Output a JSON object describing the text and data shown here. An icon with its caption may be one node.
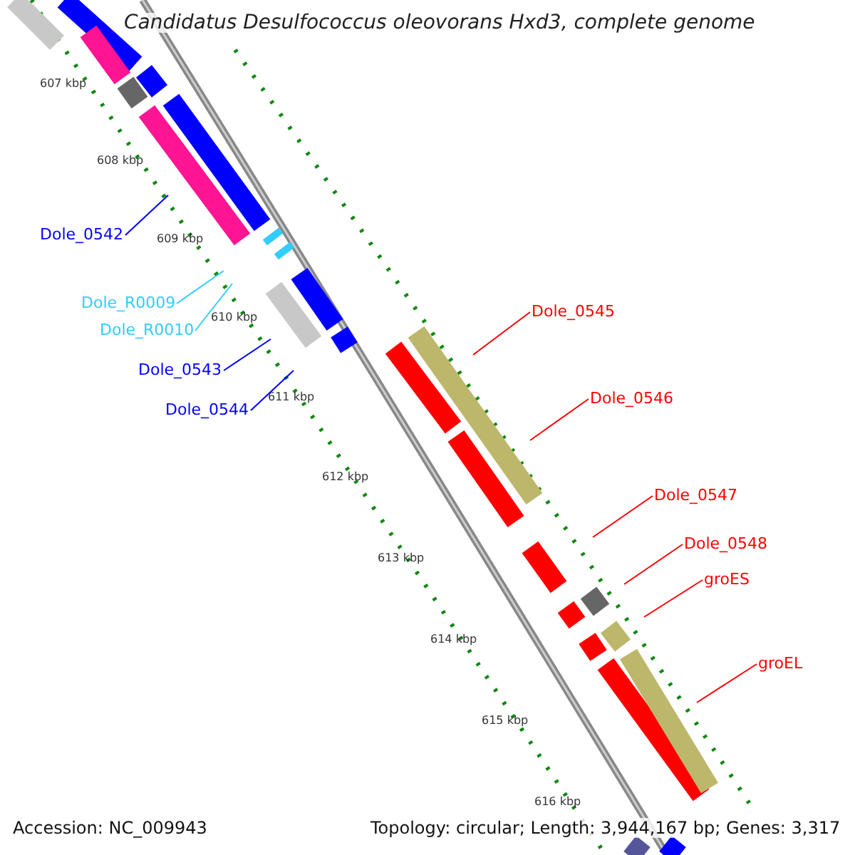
{
  "diagram": {
    "title": "Candidatus Desulfococcus oleovorans Hxd3, complete genome",
    "nodes": [
      {
        "text": [
          "Dole_0542"
        ]
      },
      {
        "text": [
          "Dole_R0009"
        ]
      },
      {
        "text": [
          "Dole_R0010"
        ]
      },
      {
        "text": [
          "Dole_0543"
        ]
      },
      {
        "text": [
          "Dole_0544"
        ]
      },
      {
        "text": [
          "Dole_0545"
        ]
      },
      {
        "text": [
          "Dole_0546"
        ]
      },
      {
        "text": [
          "Dole_0547"
        ]
      },
      {
        "text": [
          "Dole_0548"
        ]
      },
      {
        "text": [
          "groES"
        ]
      },
      {
        "text": [
          "groEL"
        ]
      }
    ],
    "edges": [
      {
        "from": 0,
        "to": null,
        "arrow": "none",
        "color": "#0000ff"
      },
      {
        "from": 1,
        "to": null,
        "arrow": "none",
        "color": "#33ccff"
      },
      {
        "from": 2,
        "to": null,
        "arrow": "none",
        "color": "#33ccff"
      },
      {
        "from": 3,
        "to": null,
        "arrow": "none",
        "color": "#0000ff"
      },
      {
        "from": 4,
        "to": null,
        "arrow": "none",
        "color": "#0000ff"
      },
      {
        "from": 5,
        "to": null,
        "arrow": "none"
      },
      {
        "from": 6,
        "to": null,
        "arrow": "none"
      },
      {
        "from": 7,
        "to": null,
        "arrow": "none"
      },
      {
        "from": 8,
        "to": null,
        "arrow": "none"
      },
      {
        "from": 9,
        "to": null,
        "arrow": "none"
      },
      {
        "from": 10,
        "to": null,
        "arrow": "none"
      }
    ],
    "labels": [
      "607 kbp",
      "608 kbp",
      "609 kbp",
      "610 kbp",
      "611 kbp",
      "612 kbp",
      "613 kbp",
      "614 kbp",
      "615 kbp",
      "616 kbp",
      "Accession: NC_009943",
      "Topology: circular; Length: 3,944,167 bp; Genes: 3,317"
    ]
  }
}
